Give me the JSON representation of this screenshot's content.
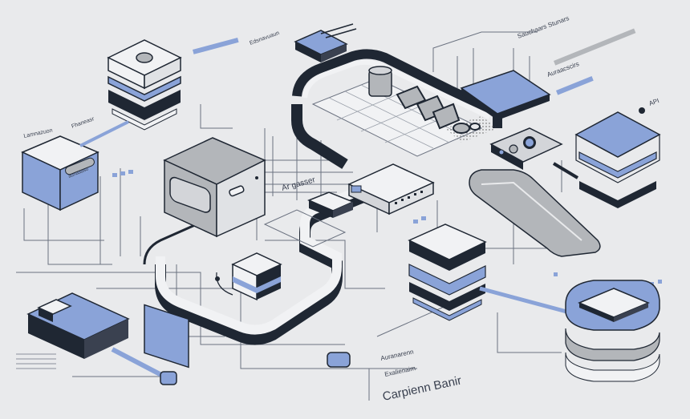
{
  "labels": {
    "api_gateway": "Ar gasser",
    "api": "API",
    "top_right_1": "Sauchaars Stunars",
    "top_right_2": "Auraacscirs",
    "top_right_3": "Edsnavuaun",
    "left_box_tag": "aunaaaso",
    "left_small_1": "Lamnazuon",
    "left_small_2": "Fhaneasr",
    "bottom_center_1": "Auranarenn",
    "bottom_center_2": "Exalienaim",
    "bottom_title": "Carpienn Banir"
  },
  "colors": {
    "accent": "#8aa3d8",
    "dark": "#1f2733",
    "gray": "#b3b6ba",
    "light": "#f1f2f4",
    "line": "#5b6270",
    "background": "#e9eaec"
  }
}
